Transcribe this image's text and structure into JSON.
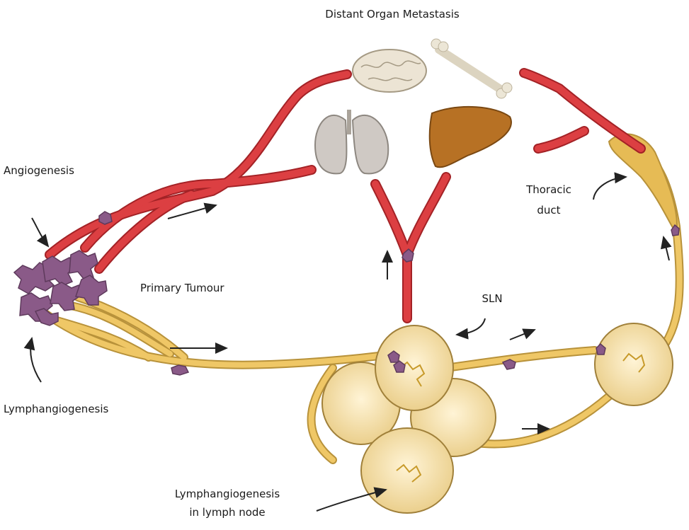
{
  "labels": {
    "distant_metastasis": "Distant Organ Metastasis",
    "angiogenesis": "Angiogenesis",
    "primary_tumour": "Primary Tumour",
    "lymphangiogenesis": "Lymphangiogenesis",
    "thoracic_duct_line1": "Thoracic",
    "thoracic_duct_line2": "duct",
    "sln": "SLN",
    "lymph_node_line1": "Lymphangiogenesis",
    "lymph_node_line2": "in lymph node"
  },
  "colors": {
    "blood_vessel": "#d8373b",
    "lymph_vessel": "#e6bb55",
    "lymph_node": "#f0d9a0",
    "tumour_cell": "#8a5a88",
    "liver": "#b77124",
    "lung": "#cfc9c4",
    "brain": "#e9e2d4",
    "bone": "#ece6d6"
  },
  "icons": [
    "brain-icon",
    "bone-icon",
    "lungs-icon",
    "liver-icon",
    "tumour-cluster-icon",
    "lymph-node-icon"
  ]
}
